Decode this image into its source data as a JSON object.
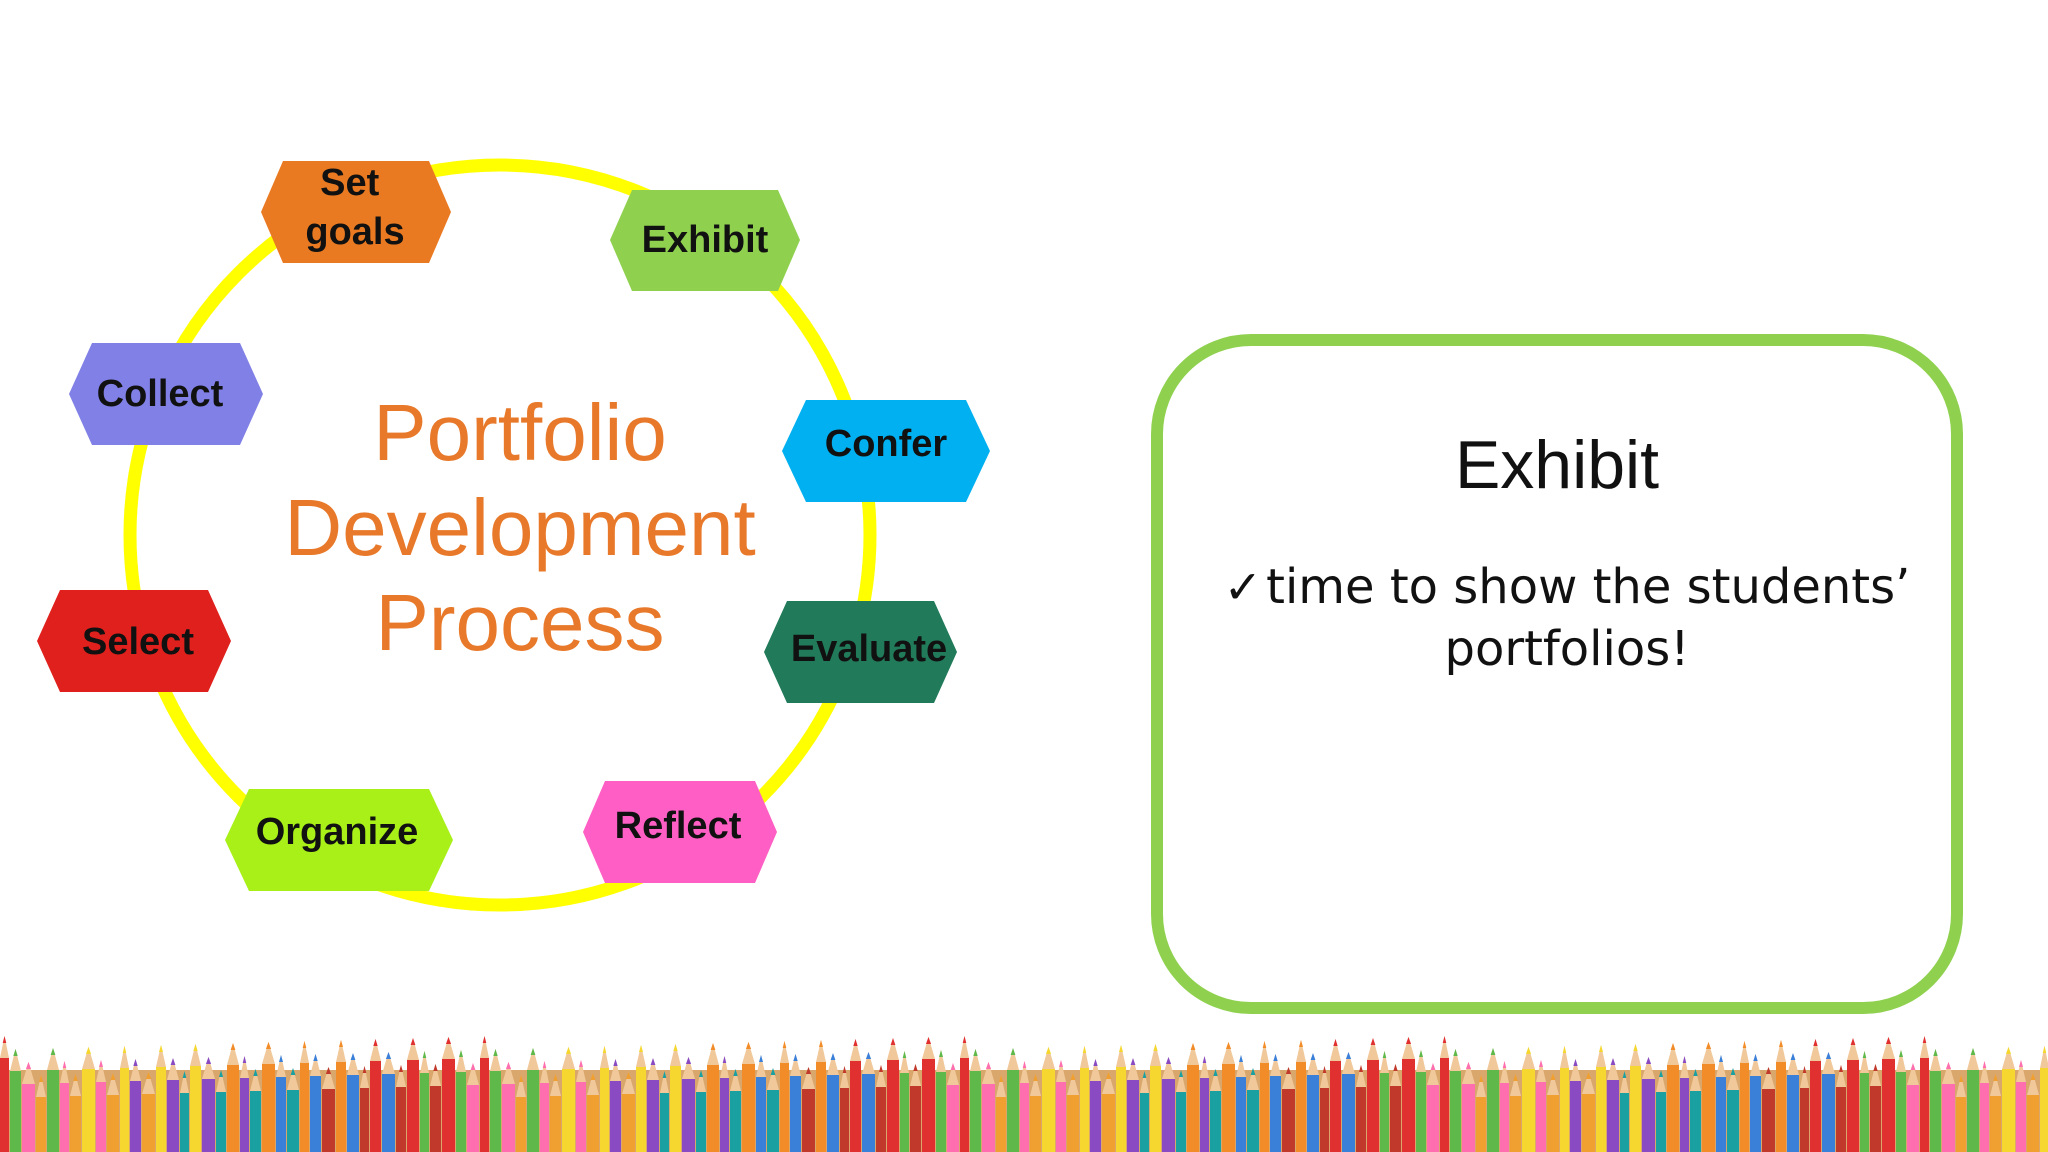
{
  "diagram": {
    "title_lines": [
      "Portfolio",
      "Development",
      "Process"
    ],
    "title_color": "#e8792a",
    "ring_color": "#ffff00",
    "steps": [
      {
        "label_lines": [
          "Set",
          "goals"
        ],
        "color": "#ea7a22"
      },
      {
        "label_lines": [
          "Exhibit"
        ],
        "color": "#8fd14f"
      },
      {
        "label_lines": [
          "Confer"
        ],
        "color": "#00b0f0"
      },
      {
        "label_lines": [
          "Evaluate"
        ],
        "color": "#217a5a"
      },
      {
        "label_lines": [
          "Reflect"
        ],
        "color": "#ff5ec4"
      },
      {
        "label_lines": [
          "Organize"
        ],
        "color": "#a8f018"
      },
      {
        "label_lines": [
          "Select"
        ],
        "color": "#e0201c"
      },
      {
        "label_lines": [
          "Collect"
        ],
        "color": "#8080e6"
      }
    ]
  },
  "card": {
    "heading": "Exhibit",
    "check_icon": "✓",
    "body": "time to show the students’ portfolios!",
    "border_color": "#8fd14f"
  },
  "decoration": {
    "pencil_colors": [
      "#e03030",
      "#f28c28",
      "#f5d730",
      "#5fb84a",
      "#3a7fd8",
      "#8a4bc2",
      "#ff6fb0",
      "#c0392b",
      "#1aa0a0",
      "#f0a030"
    ]
  }
}
